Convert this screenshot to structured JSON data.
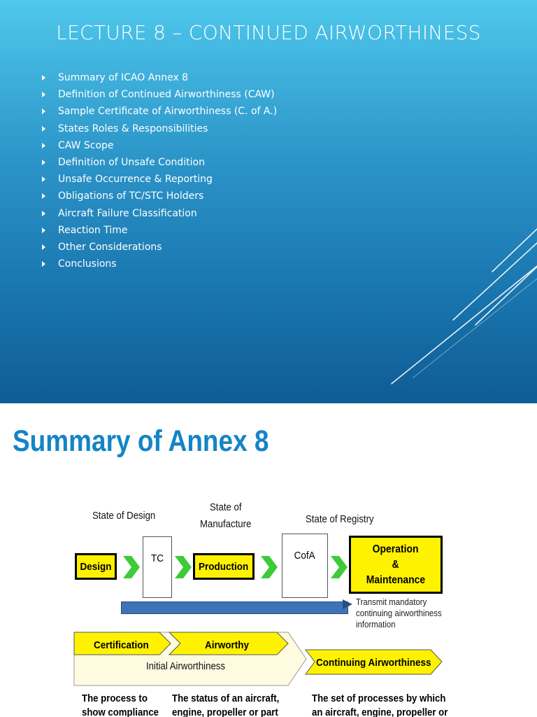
{
  "slide1": {
    "title": "LECTURE 8 – CONTINUED AIRWORTHINESS",
    "bullets": [
      "Summary of ICAO Annex  8",
      "Definition of Continued Airworthiness (CAW)",
      "Sample Certificate of Airworthiness (C. of A.)",
      "States Roles & Responsibilities",
      "CAW Scope",
      "Definition of Unsafe Condition",
      "Unsafe Occurrence & Reporting",
      "Obligations of TC/STC Holders",
      "Aircraft Failure Classification",
      "Reaction Time",
      "Other Considerations",
      "Conclusions"
    ],
    "colors": {
      "gradient_top": "#4fc8ec",
      "gradient_bottom": "#0f5c95",
      "text": "#ffffff"
    }
  },
  "slide2": {
    "title": "Summary of Annex 8",
    "title_color": "#1384c6",
    "states": {
      "design": "State of Design",
      "manufacture_line1": "State of",
      "manufacture_line2": "Manufacture",
      "registry": "State of Registry"
    },
    "flow": {
      "design": "Design",
      "tc": "TC",
      "production": "Production",
      "cofa": "CofA",
      "operation_line1": "Operation",
      "operation_line2": "&",
      "operation_line3": "Maintenance"
    },
    "transmit_note": [
      "Transmit mandatory",
      "continuing airworthiness",
      "information"
    ],
    "phases": {
      "certification": "Certification",
      "airworthy": "Airworthy",
      "initial": "Initial Airworthiness",
      "continuing": "Continuing Airworthiness"
    },
    "descriptions": {
      "col1": [
        "The process to",
        "show compliance"
      ],
      "col2": [
        "The status of an aircraft,",
        "engine, propeller or part"
      ],
      "col3": [
        "The set of processes by which",
        "an aircraft, engine, propeller or"
      ]
    },
    "colors": {
      "yellow": "#fff200",
      "green_arrow": "#3ecb3a",
      "blue_bar": "#3f73b8",
      "cream": "#fffbe0"
    }
  }
}
